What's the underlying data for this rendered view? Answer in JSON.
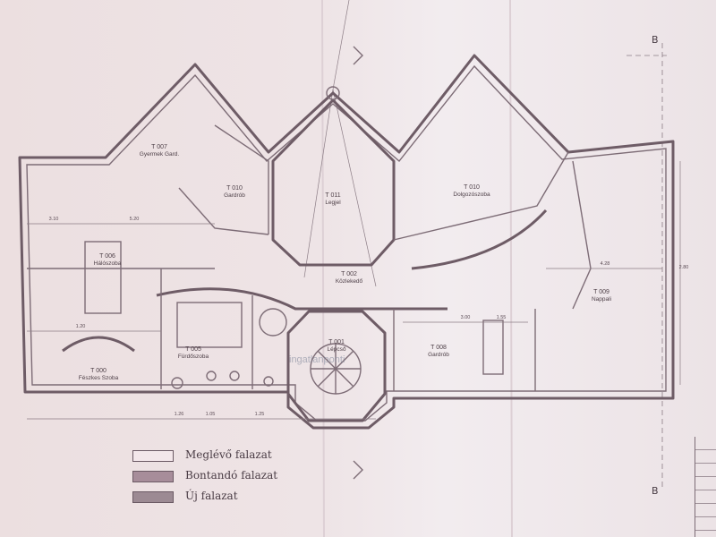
{
  "rooms": [
    {
      "id": "room-t007",
      "code": "T 007",
      "name": "Gyermek Gard."
    },
    {
      "id": "room-t010b",
      "code": "T 010",
      "name": "Gardrób"
    },
    {
      "id": "room-t011",
      "code": "T 011",
      "name": "Legjel"
    },
    {
      "id": "room-t010",
      "code": "T 010",
      "name": "Dolgozószoba"
    },
    {
      "id": "room-t006",
      "code": "T 006",
      "name": "Hálószoba"
    },
    {
      "id": "room-t009",
      "code": "T 009",
      "name": "Nappali"
    },
    {
      "id": "room-t005",
      "code": "T 005",
      "name": "Fürdőszoba"
    },
    {
      "id": "room-t001",
      "code": "T 001",
      "name": "Lépcső"
    },
    {
      "id": "room-t008",
      "code": "T 008",
      "name": "Gardrób"
    },
    {
      "id": "room-t000",
      "code": "T 000",
      "name": "Fészkes Szoba"
    },
    {
      "id": "room-t002",
      "code": "T 002",
      "name": "Közlekedő"
    }
  ],
  "legend": [
    {
      "label": "Meglévő falazat",
      "color": "#f3e7ea"
    },
    {
      "label": "Bontandó falazat",
      "color": "#a78d9a"
    },
    {
      "label": "Új falazat",
      "color": "#9c8a93"
    }
  ],
  "section_markers": {
    "top": "B",
    "bottom": "B"
  },
  "watermark": "ingatlanponti",
  "dimensions": [
    "1.26",
    "1.05",
    "1.25",
    "3.10",
    "4.28",
    "1.20",
    "3.00",
    "5.20",
    "1.55",
    "2.80"
  ],
  "palette": {
    "paper": "#ece1e4",
    "wall": "#6e5c66",
    "ink": "#4e4048"
  }
}
